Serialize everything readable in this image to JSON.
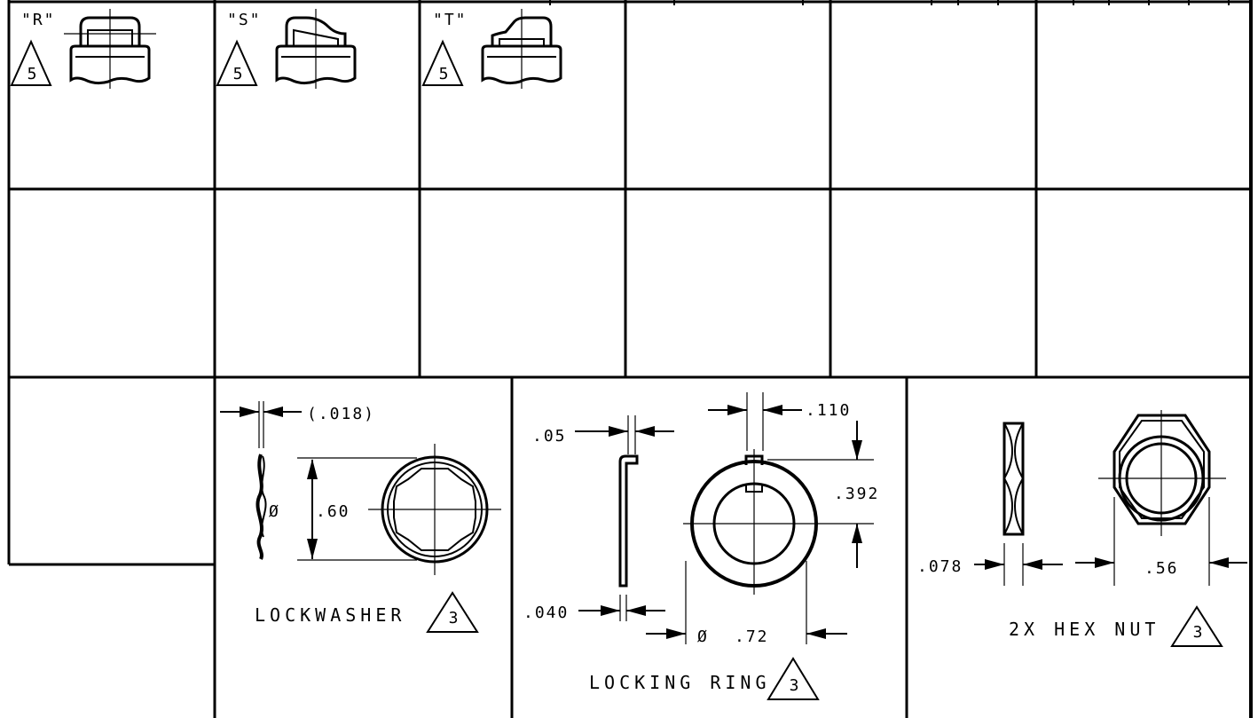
{
  "variants": [
    {
      "id": "R",
      "label": "\"R\"",
      "note": "5"
    },
    {
      "id": "S",
      "label": "\"S\"",
      "note": "5"
    },
    {
      "id": "T",
      "label": "\"T\"",
      "note": "5"
    }
  ],
  "lockwasher": {
    "thickness": "(.018)",
    "diameter_symbol": "Ø",
    "diameter": ".60",
    "label": "LOCKWASHER",
    "note": "3"
  },
  "locking_ring": {
    "tab_thickness": ".05",
    "thickness": ".040",
    "key_width": ".110",
    "key_height": ".392",
    "diameter_symbol": "Ø",
    "diameter": ".72",
    "label": "LOCKING RING",
    "note": "3"
  },
  "hex_nut": {
    "thickness": ".078",
    "across_flats": ".56",
    "label": "2X HEX NUT",
    "note": "3"
  }
}
